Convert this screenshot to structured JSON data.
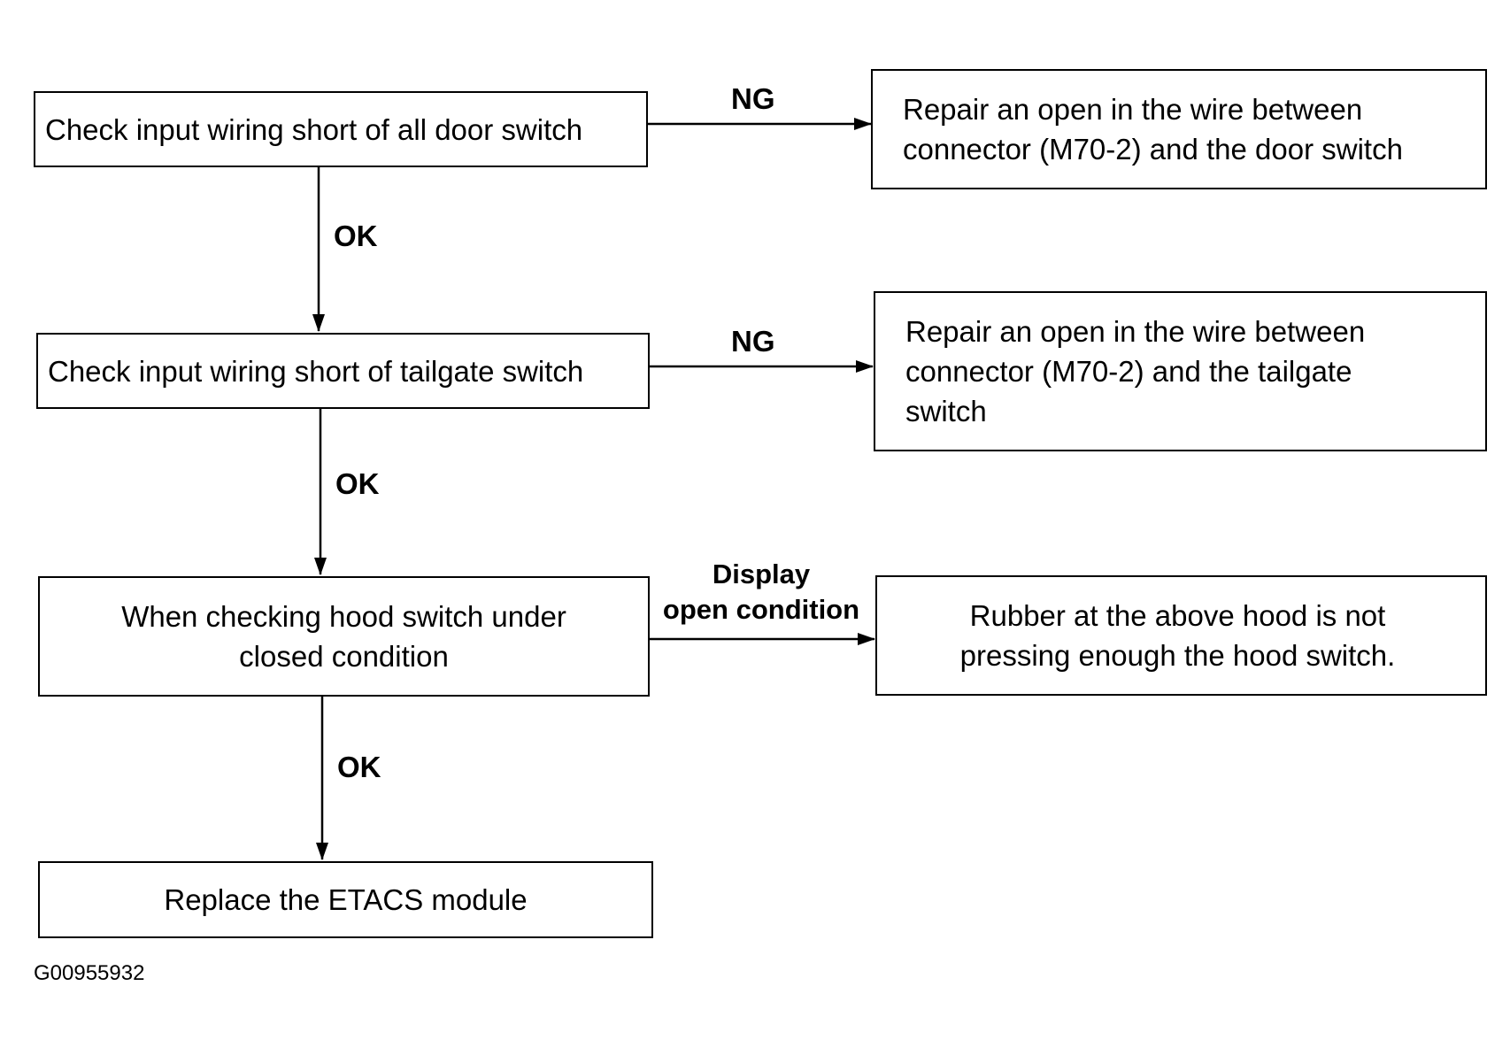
{
  "diagram": {
    "steps": [
      {
        "text": "Check input wiring short of all door switch"
      },
      {
        "text": "Check input wiring short of tailgate switch"
      },
      {
        "text": "When checking hood switch under\nclosed condition"
      },
      {
        "text": "Replace the ETACS module"
      }
    ],
    "results": [
      {
        "text": "Repair an open in the wire between\nconnector (M70-2) and the door switch"
      },
      {
        "text": "Repair an open in the wire between\nconnector (M70-2) and the tailgate\nswitch"
      },
      {
        "text": "Rubber at the above hood is not\npressing enough the hood switch."
      }
    ],
    "branch_labels": {
      "ng_1": "NG",
      "ng_2": "NG",
      "display_1": "Display",
      "display_2": "open condition"
    },
    "ok_labels": [
      "OK",
      "OK",
      "OK"
    ],
    "figure_id": "G00955932"
  }
}
